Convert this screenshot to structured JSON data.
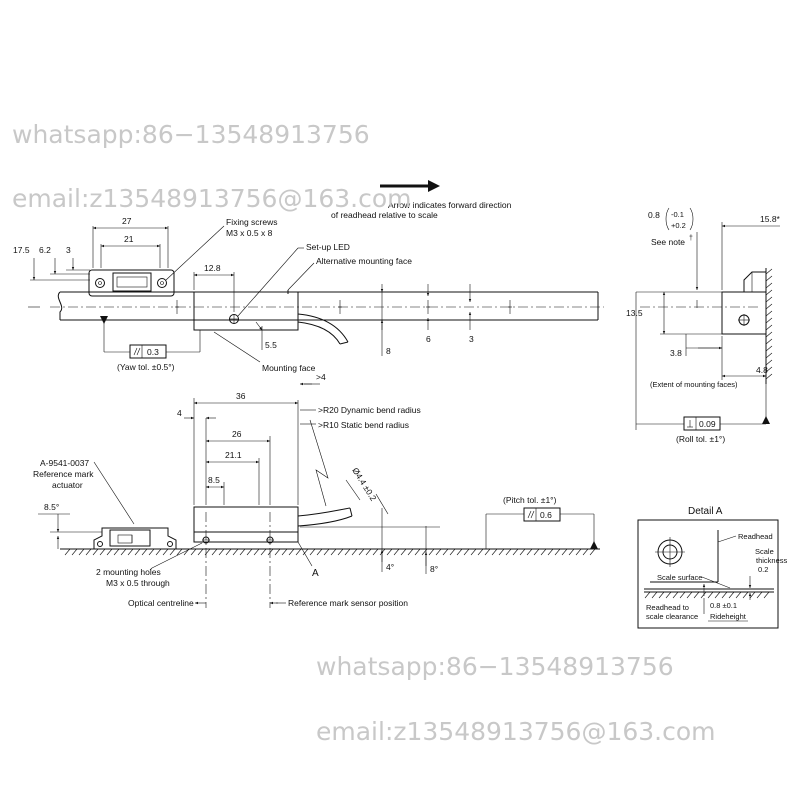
{
  "watermarks": {
    "whatsapp_top": "whatsapp:86−13548913756",
    "email_top": "email:z13548913756@163.com",
    "whatsapp_bottom": "whatsapp:86−13548913756",
    "email_bottom": "email:z13548913756@163.com"
  },
  "top_view": {
    "arrow_note_line1": "Arrow indicates forward direction",
    "arrow_note_line2": "of readhead relative to scale",
    "dim_27": "27",
    "dim_21": "21",
    "dim_17_5": "17.5",
    "dim_6_2": "6.2",
    "dim_3_left": "3",
    "fixing_screws_line1": "Fixing screws",
    "fixing_screws_line2": "M3 x 0.5 x 8",
    "setup_led": "Set-up LED",
    "alt_mounting_face": "Alternative mounting face",
    "dim_12_8": "12.8",
    "dim_5_5": "5.5",
    "dim_8": "8",
    "dim_6": "6",
    "dim_3_right": "3",
    "yaw_tol_value": "0.3",
    "yaw_tol_label": "(Yaw tol. ±0.5°)",
    "mounting_face": "Mounting face"
  },
  "side_view": {
    "dim_4_top": ">4",
    "dim_36": "36",
    "dim_4_left": "4",
    "dim_26": "26",
    "dim_21_1": "21.1",
    "dim_8_5": "8.5",
    "bend_dynamic": ">R20 Dynamic bend radius",
    "bend_static": ">R10 Static bend radius",
    "cable_dia": "Ø4.4 ±0.2",
    "ref_actuator_line1": "A-9541-0037",
    "ref_actuator_line2": "Reference mark",
    "ref_actuator_line3": "actuator",
    "dim_8_5_deg": "8.5°",
    "pitch_tol_label": "(Pitch tol. ±1°)",
    "pitch_tol_value": "0.6",
    "label_A": "A",
    "dim_4_deg": "4°",
    "dim_8_deg": "8°",
    "mounting_holes_line1": "2 mounting holes",
    "mounting_holes_line2": "M3 x 0.5 through",
    "optical_centreline": "Optical centreline",
    "ref_sensor_position": "Reference mark sensor position"
  },
  "end_view": {
    "dim_0_8": "0.8",
    "tol_minus": "-0.1",
    "tol_plus": "+0.2",
    "see_note": "See note",
    "note_mark": "†",
    "dim_15_8": "15.8*",
    "dim_13_5": "13.5",
    "dim_3_8": "3.8",
    "dim_4_8": "4.8",
    "extent_label": "(Extent of mounting faces)",
    "roll_tol_value": "0.09",
    "roll_tol_label": "(Roll tol. ±1°)"
  },
  "detail_a": {
    "title": "Detail A",
    "readhead": "Readhead",
    "scale_thickness_line1": "Scale",
    "scale_thickness_line2": "thickness",
    "scale_thickness_value": "0.2",
    "scale_surface": "Scale surface",
    "clearance_line1": "Readhead to",
    "clearance_line2": "scale clearance",
    "ride_height_value": "0.8 ±0.1",
    "ride_height_label": "Rideheight"
  }
}
